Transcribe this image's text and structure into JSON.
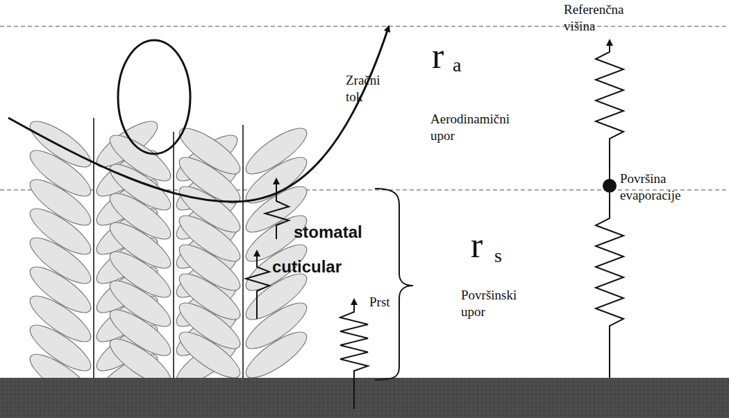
{
  "diagram": {
    "labels": [
      "Referenčna višina",
      "r",
      "a",
      "Zračni tok",
      "Aerodinamični upor",
      "Površina evaporacije",
      "r",
      "s",
      "Površinski upor",
      "stomatal",
      "cuticular",
      "Prst"
    ]
  }
}
